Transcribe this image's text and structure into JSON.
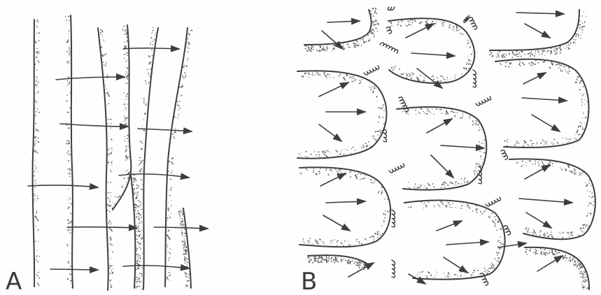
{
  "figure": {
    "panels": [
      {
        "id": "A",
        "label": "A"
      },
      {
        "id": "B",
        "label": "B"
      }
    ],
    "colors": {
      "ink": "#3e3e3e",
      "background": "#fefefe"
    }
  }
}
